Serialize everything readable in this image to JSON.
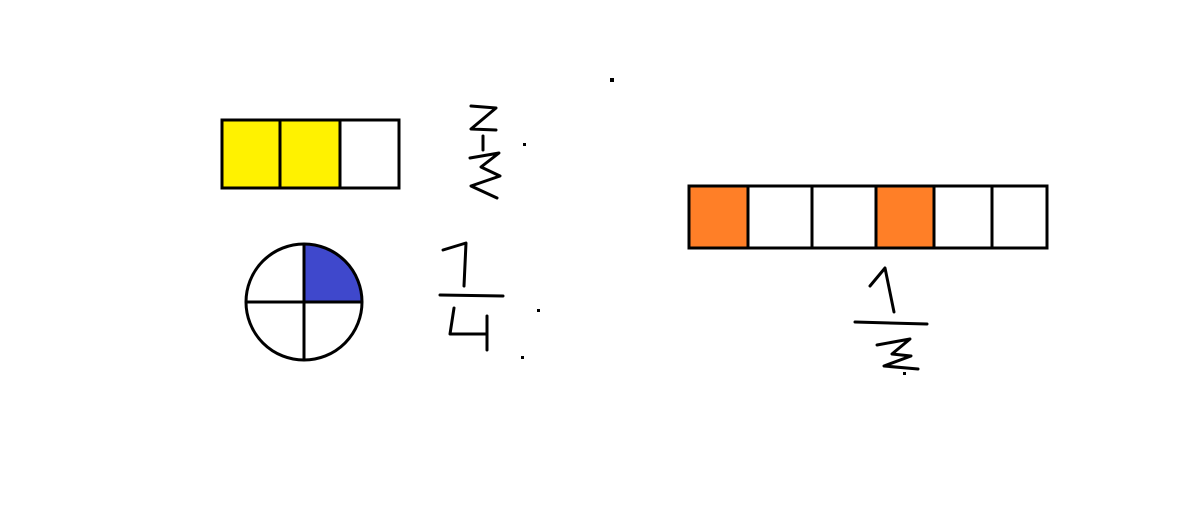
{
  "colors": {
    "yellow": "#FFF200",
    "blue": "#3F48CC",
    "orange": "#FF7F27",
    "stroke": "#000000",
    "empty": "#FFFFFF"
  },
  "figures": [
    {
      "name": "yellow-bar",
      "shape": "bar",
      "parts": 3,
      "shaded": [
        0,
        1
      ],
      "fraction_label": "2/3"
    },
    {
      "name": "blue-circle",
      "shape": "circle",
      "parts": 4,
      "shaded": [
        "top-right"
      ],
      "fraction_label": "1/4"
    },
    {
      "name": "orange-bar",
      "shape": "bar",
      "parts": 6,
      "shaded": [
        0,
        3
      ],
      "fraction_label": "1/3"
    }
  ]
}
